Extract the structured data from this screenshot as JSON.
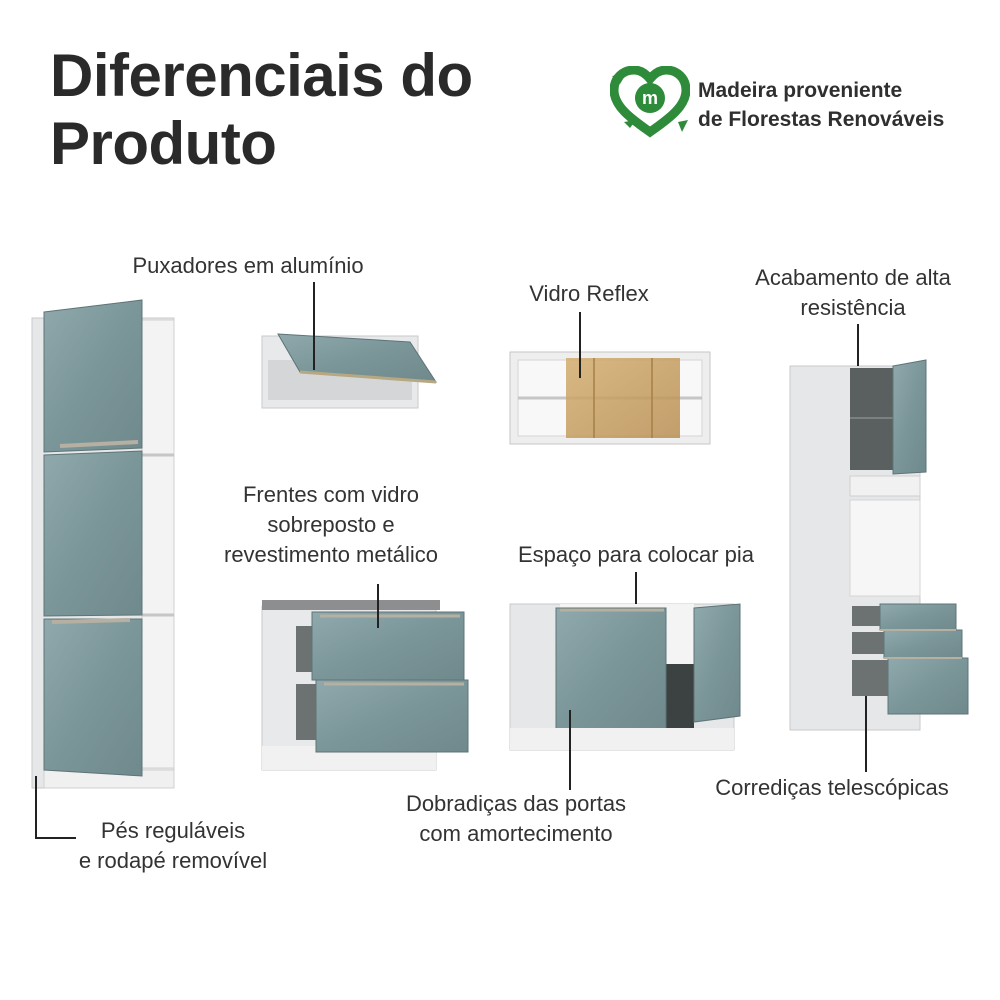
{
  "heading": {
    "line1": "Diferenciais do",
    "line2": "Produto"
  },
  "badge": {
    "line1": "Madeira proveniente",
    "line2": "de Florestas Renováveis",
    "logo_letter": "m"
  },
  "features": {
    "handles": "Puxadores em alumínio",
    "glass": "Vidro Reflex",
    "finish": {
      "line1": "Acabamento de alta",
      "line2": "resistência"
    },
    "fronts": {
      "line1": "Frentes com vidro",
      "line2": "sobreposto e",
      "line3": "revestimento metálico"
    },
    "sink": "Espaço para colocar pia",
    "feet": {
      "line1": "Pés reguláveis",
      "line2": "e rodapé removível"
    },
    "hinges": {
      "line1": "Dobradiças das portas",
      "line2": "com amortecimento"
    },
    "slides": "Corrediças telescópicas"
  },
  "colors": {
    "glass_front": "#7f9a9d",
    "cabinet_body": "#e9eaeb",
    "accent_green": "#2e8b3a",
    "reflex_glass": "#c9a46a"
  }
}
